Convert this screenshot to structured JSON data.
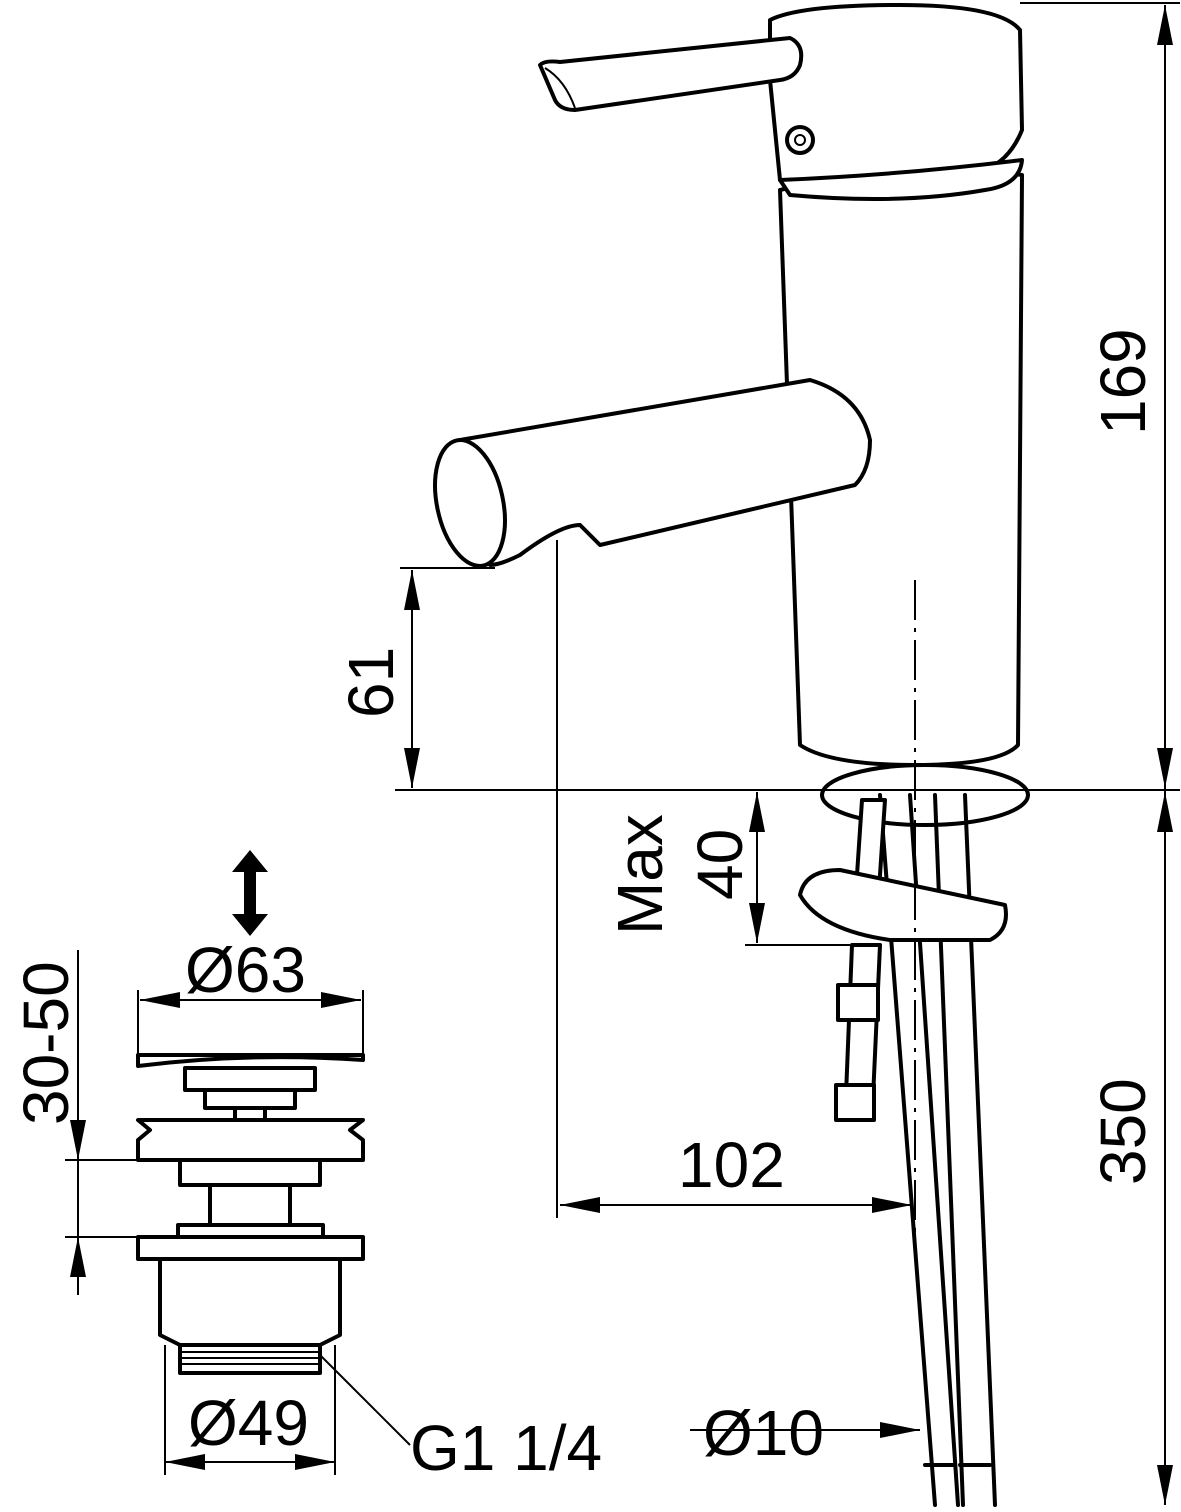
{
  "dimensions": {
    "height_total": "169",
    "spout_height": "61",
    "max_label": "Max",
    "max_thickness": "40",
    "waste_stroke": "30-50",
    "waste_top_diameter": "Ø63",
    "waste_body_diameter": "Ø49",
    "waste_thread": "G1 1/4",
    "spout_reach": "102",
    "hose_diameter": "Ø10",
    "hose_length": "350"
  }
}
